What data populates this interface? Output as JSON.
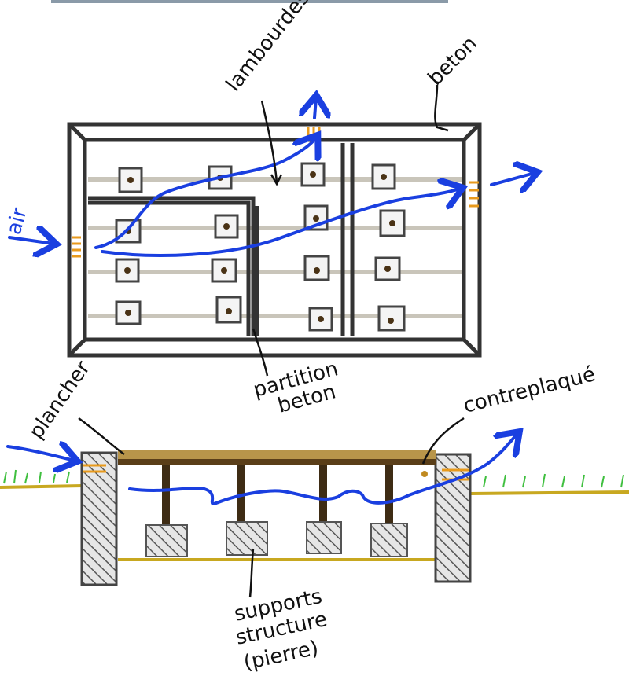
{
  "labels": {
    "joists": "lambourdes",
    "concrete": "beton",
    "air": "air",
    "partition_line1": "partition",
    "partition_line2": "beton",
    "floor": "plancher",
    "plywood": "contreplaqué",
    "supports_line1": "supports",
    "supports_line2": "structure",
    "supports_line3": "(pierre)"
  },
  "colors": {
    "air_flow": "#1a3fe0",
    "vent": "#e89a1c",
    "ground": "#c8a820",
    "grass": "#3fbf3f",
    "wood": "#b8954a",
    "post": "#3e2c14"
  }
}
